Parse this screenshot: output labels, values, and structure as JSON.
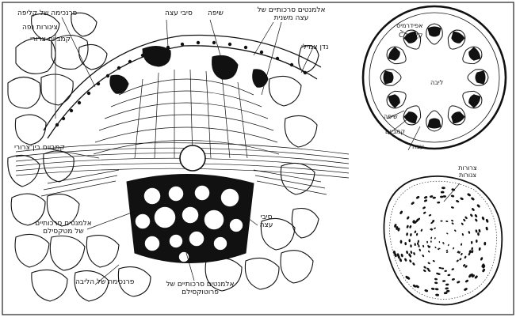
{
  "labels": {
    "parenchyma_cortex": "פרנכימה של קליפה",
    "xylem_vessels_top": "סיבי עצה",
    "phloem": "שיפה",
    "sclerenchyma_secondary_phloem": "אלמנטים סרכותיים של עצה משנית",
    "sieve_tubes": "צינורות נפה",
    "cambium_left": "קמביום צרורי",
    "sheath_right": "נדן צמילי",
    "interfascicular_cambium": "קמביום בין־צרורי",
    "metaxylem_elements": "אלמנטים סרכותיים של מטקסילם",
    "xylem_fibers": "סיבי עצה",
    "pith_parenchyma": "פרנכימה של הליבה",
    "protoxylem_elements": "אלמנטים סרכותיים של פרוטוקסילם",
    "epidermis": "אפידרמיס",
    "cortex_C": "קליפה C",
    "pith": "ליבה",
    "phloem_small": "שיפה",
    "cambium_small": "קמביום",
    "xylem_small": "עצה",
    "vascular_bundles": "צרורות צנורות"
  }
}
